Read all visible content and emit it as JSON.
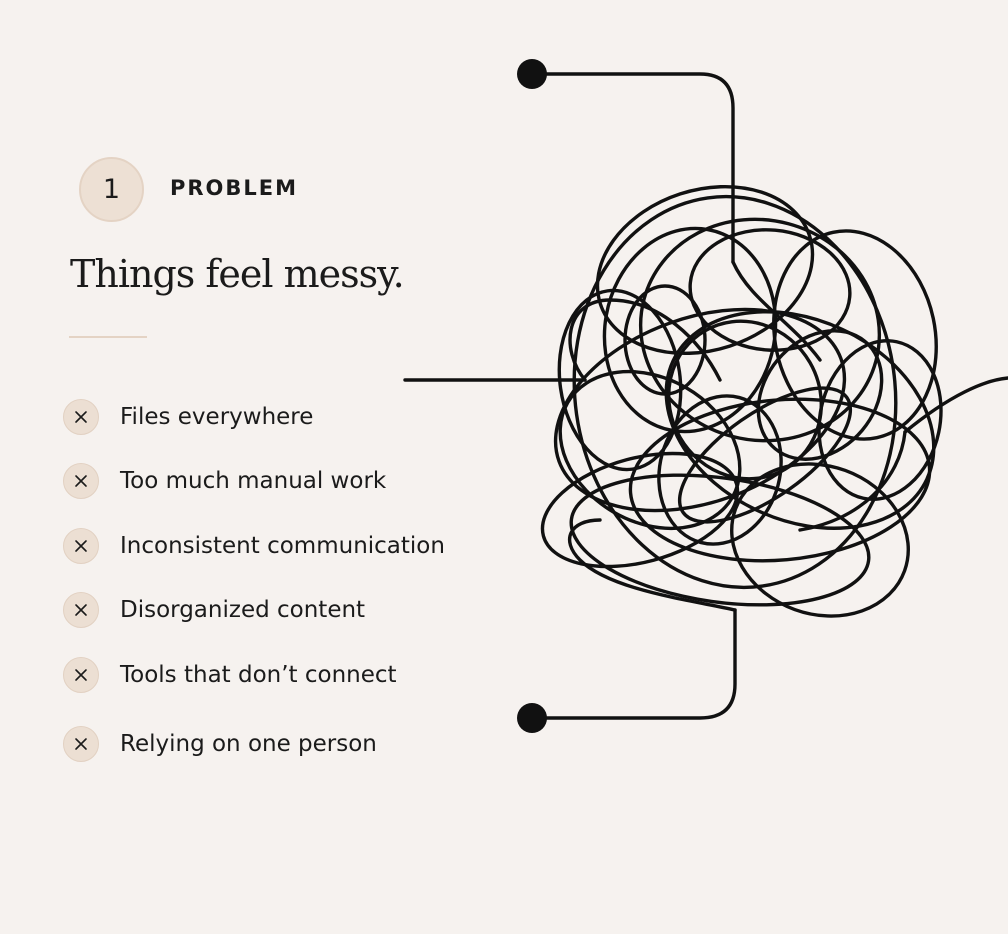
{
  "step": {
    "number": "1",
    "label": "PROBLEM"
  },
  "headline": "Things feel messy.",
  "problems": [
    "Files everywhere",
    "Too much manual work",
    "Inconsistent communication",
    "Disorganized content",
    "Tools that don’t connect",
    "Relying on one person"
  ],
  "icons": {
    "problem_marker": "x-icon",
    "illustration": "tangled-line-icon"
  },
  "colors": {
    "background": "#f6f2ef",
    "badge_fill": "#ede0d4",
    "ink": "#1b1b1b"
  }
}
